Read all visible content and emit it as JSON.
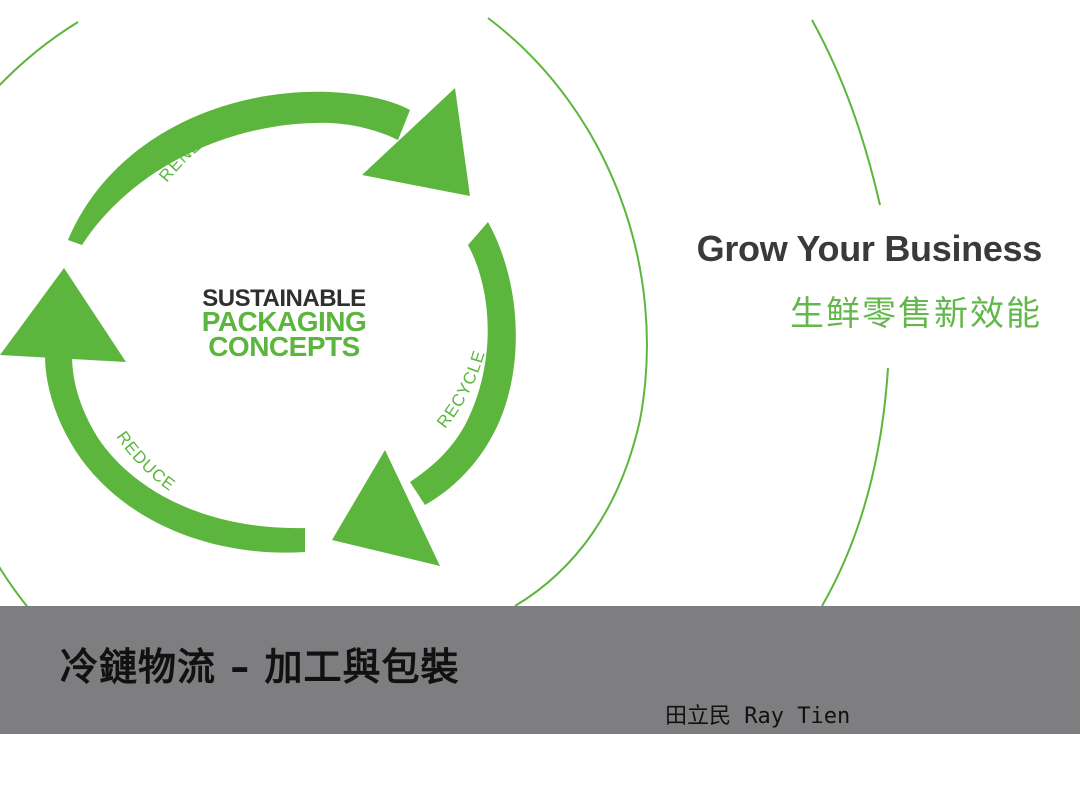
{
  "logo": {
    "line1": "SUSTAINABLE",
    "line2": "PACKAGING",
    "line3": "CONCEPTS"
  },
  "cycle_labels": {
    "renew": "RENEW",
    "recycle": "RECYCLE",
    "reduce": "REDUCE"
  },
  "headline": "Grow Your Business",
  "subheadline": "生鲜零售新效能",
  "footer": {
    "title": "冷鏈物流 – 加工與包裝",
    "author": "田立民 Ray Tien"
  },
  "colors": {
    "green": "#5cb63e",
    "footer_band": "#7e7e80",
    "headline_text": "#3a3a3a",
    "subheadline_text": "#62b84a"
  }
}
